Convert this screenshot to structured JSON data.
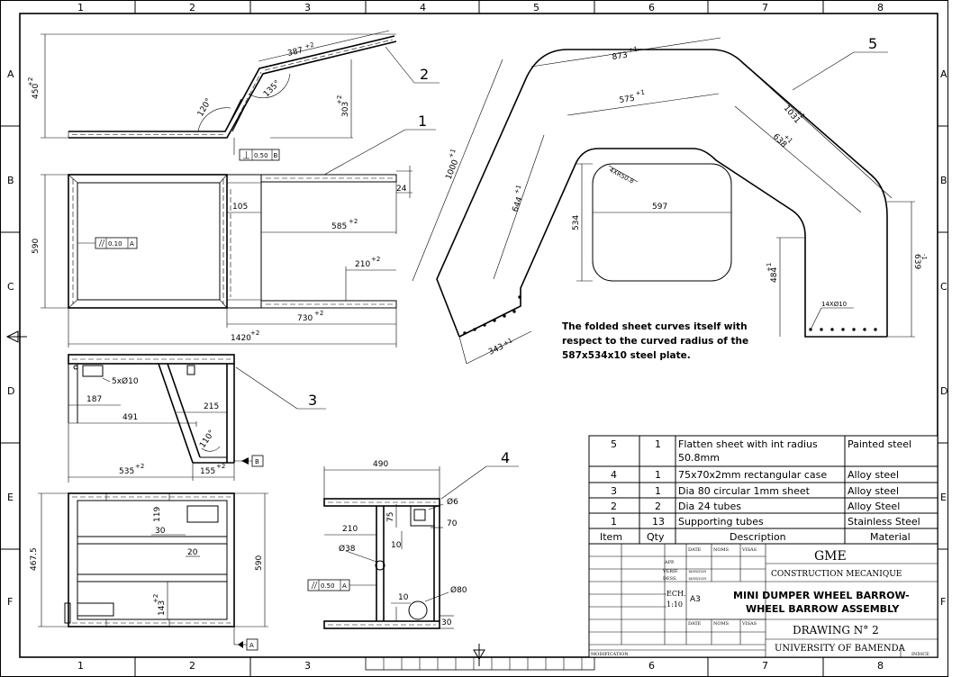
{
  "sheet": {
    "top_zone_numbers": [
      "1",
      "2",
      "3",
      "4",
      "5",
      "6",
      "7",
      "8"
    ],
    "bottom_zone_numbers": [
      "1",
      "2",
      "3",
      "6",
      "7",
      "8"
    ],
    "side_zone_letters": [
      "A",
      "B",
      "C",
      "D",
      "E",
      "F"
    ]
  },
  "balloons": {
    "b1": "1",
    "b2": "2",
    "b3": "3",
    "b4": "4",
    "b5": "5"
  },
  "side_view": {
    "d_450": "450",
    "d_450_tol": "+2",
    "d_387": "387",
    "d_387_tol": "+2",
    "angle_120": "120°",
    "angle_135": "135°",
    "d_303": "303",
    "d_303_tol": "+2",
    "perp_tol": "0.50",
    "perp_ref": "B"
  },
  "top_view": {
    "d_590": "590",
    "d_105": "105",
    "d_24": "24",
    "d_585": "585",
    "d_585_tol": "+2",
    "d_210": "210",
    "d_210_tol": "+2",
    "d_730": "730",
    "d_730_tol": "+2",
    "d_1420": "1420",
    "d_1420_tol": "+2",
    "par_tol": "0.10",
    "par_ref": "A"
  },
  "front_view": {
    "d_5x10": "5xØ10",
    "d_187": "187",
    "d_215": "215",
    "d_491": "491",
    "angle_110": "110°",
    "d_535": "535",
    "d_535_tol": "+2",
    "d_155": "155",
    "d_155_tol": "+2",
    "datum": "B"
  },
  "bottom_view": {
    "d_4675": "467.5",
    "d_119": "119",
    "d_30": "30",
    "d_20": "20",
    "d_590": "590",
    "d_143": "143",
    "d_143_tol": "+2",
    "datum": "A"
  },
  "end_view": {
    "d_490": "490",
    "d_06": "Ø6",
    "d_75": "75",
    "d_70": "70",
    "d_210": "210",
    "d_10": "10",
    "d_038": "Ø38",
    "par_tol": "0.50",
    "par_ref": "A",
    "d_10b": "10",
    "d_080": "Ø80",
    "d_30": "30"
  },
  "sheet_view": {
    "d_873": "873",
    "d_873_tol": "+1",
    "d_575": "575",
    "d_575_tol": "+1",
    "d_1031": "1031",
    "d_1031_tol": "+1",
    "d_638": "638",
    "d_638_tol": "+1",
    "d_1000": "1000",
    "d_1000_tol": "+1",
    "d_644": "644",
    "d_644_tol": "+1",
    "d_4xr": "4XR50.8",
    "d_597": "597",
    "d_534": "534",
    "d_639": "639",
    "d_639_tol": "-1",
    "d_484": "484",
    "d_484_tol": "+1",
    "d_343": "343",
    "d_343_tol": "+1",
    "holes": "14XØ10"
  },
  "note": {
    "line1": "The folded sheet curves itself with",
    "line2": "respect to the curved radius of the",
    "line3": "587x534x10 steel plate."
  },
  "bom": {
    "rows": [
      {
        "item": "5",
        "qty": "1",
        "desc1": "Flatten sheet with int radius",
        "desc2": "50.8mm",
        "material": "Painted steel"
      },
      {
        "item": "4",
        "qty": "1",
        "desc1": "75x70x2mm rectangular case",
        "material": "Alloy steel"
      },
      {
        "item": "3",
        "qty": "1",
        "desc1": "Dia 80 circular 1mm sheet",
        "material": "Alloy steel"
      },
      {
        "item": "2",
        "qty": "2",
        "desc1": "Dia 24  tubes",
        "material": "Alloy Steel"
      },
      {
        "item": "1",
        "qty": "13",
        "desc1": "Supporting tubes",
        "material": "Stainless Steel"
      }
    ],
    "header": {
      "item": "Item",
      "qty": "Qty",
      "desc": "Description",
      "material": "Material"
    }
  },
  "title_block": {
    "date": "DATE",
    "noms": "NOMS",
    "visas": "VISAS",
    "app": "APP.",
    "verif": "VERIF.",
    "dess": "DESS.",
    "date_val": "18/05/2025",
    "company": "GME",
    "dept": "CONSTRUCTION MECANIQUE",
    "ech": "ECH.",
    "scale": "1:10",
    "format": "A3",
    "title1": "MINI DUMPER WHEEL BARROW-",
    "title2": "WHEEL BARROW ASSEMBLY",
    "drawing": "DRAWING N° 2",
    "university": "UNIVERSITY OF BAMENDA",
    "modification": "MODIFICATION",
    "indice": "INDICE"
  }
}
